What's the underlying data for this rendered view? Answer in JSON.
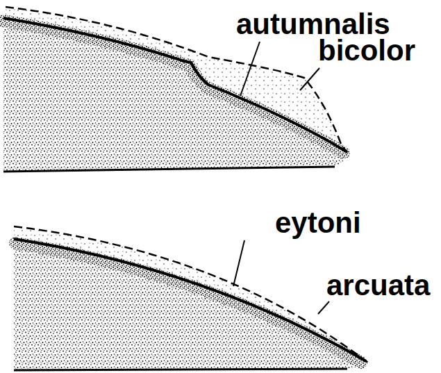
{
  "diagram": {
    "labels": [
      "autumnalis",
      "bicolor",
      "eytoni",
      "arcuata"
    ]
  }
}
